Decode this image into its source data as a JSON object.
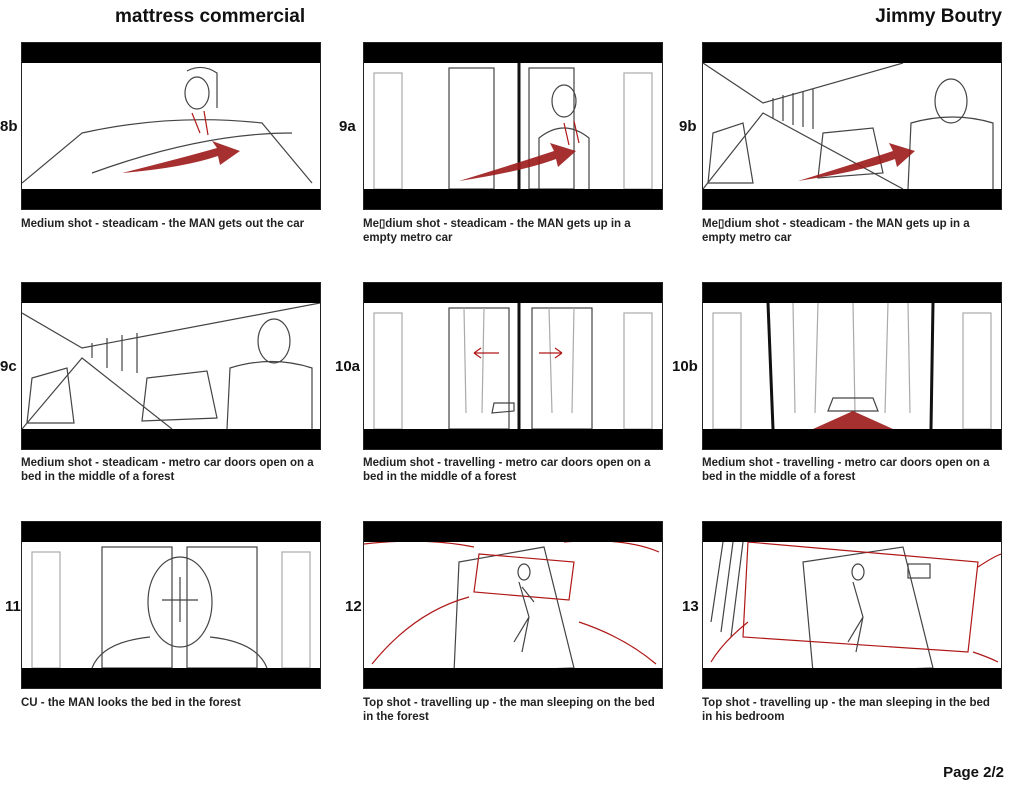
{
  "header": {
    "title": "mattress commercial",
    "author": "Jimmy Boutry"
  },
  "panels": [
    {
      "id": "8b",
      "caption": "Medium shot - steadicam - the MAN gets out the car"
    },
    {
      "id": "9a",
      "caption": "Me▯dium shot - steadicam - the MAN gets up in a empty metro car"
    },
    {
      "id": "9b",
      "caption": "Me▯dium shot - steadicam - the MAN gets up in a empty metro car"
    },
    {
      "id": "9c",
      "caption": "Medium shot - steadicam - metro car doors open on a bed in the middle of a forest"
    },
    {
      "id": "10a",
      "caption": "Medium shot - travelling - metro car doors open on a bed in the middle of a forest"
    },
    {
      "id": "10b",
      "caption": "Medium shot - travelling - metro car doors open on a bed in the middle of a forest"
    },
    {
      "id": "11",
      "caption": "CU - the MAN looks the bed in the forest"
    },
    {
      "id": "12",
      "caption": "Top shot - travelling up - the man sleeping on the bed in the forest"
    },
    {
      "id": "13",
      "caption": "Top shot - travelling up - the man sleeping in the bed in his bedroom"
    }
  ],
  "footer": {
    "page": "Page 2/2"
  }
}
